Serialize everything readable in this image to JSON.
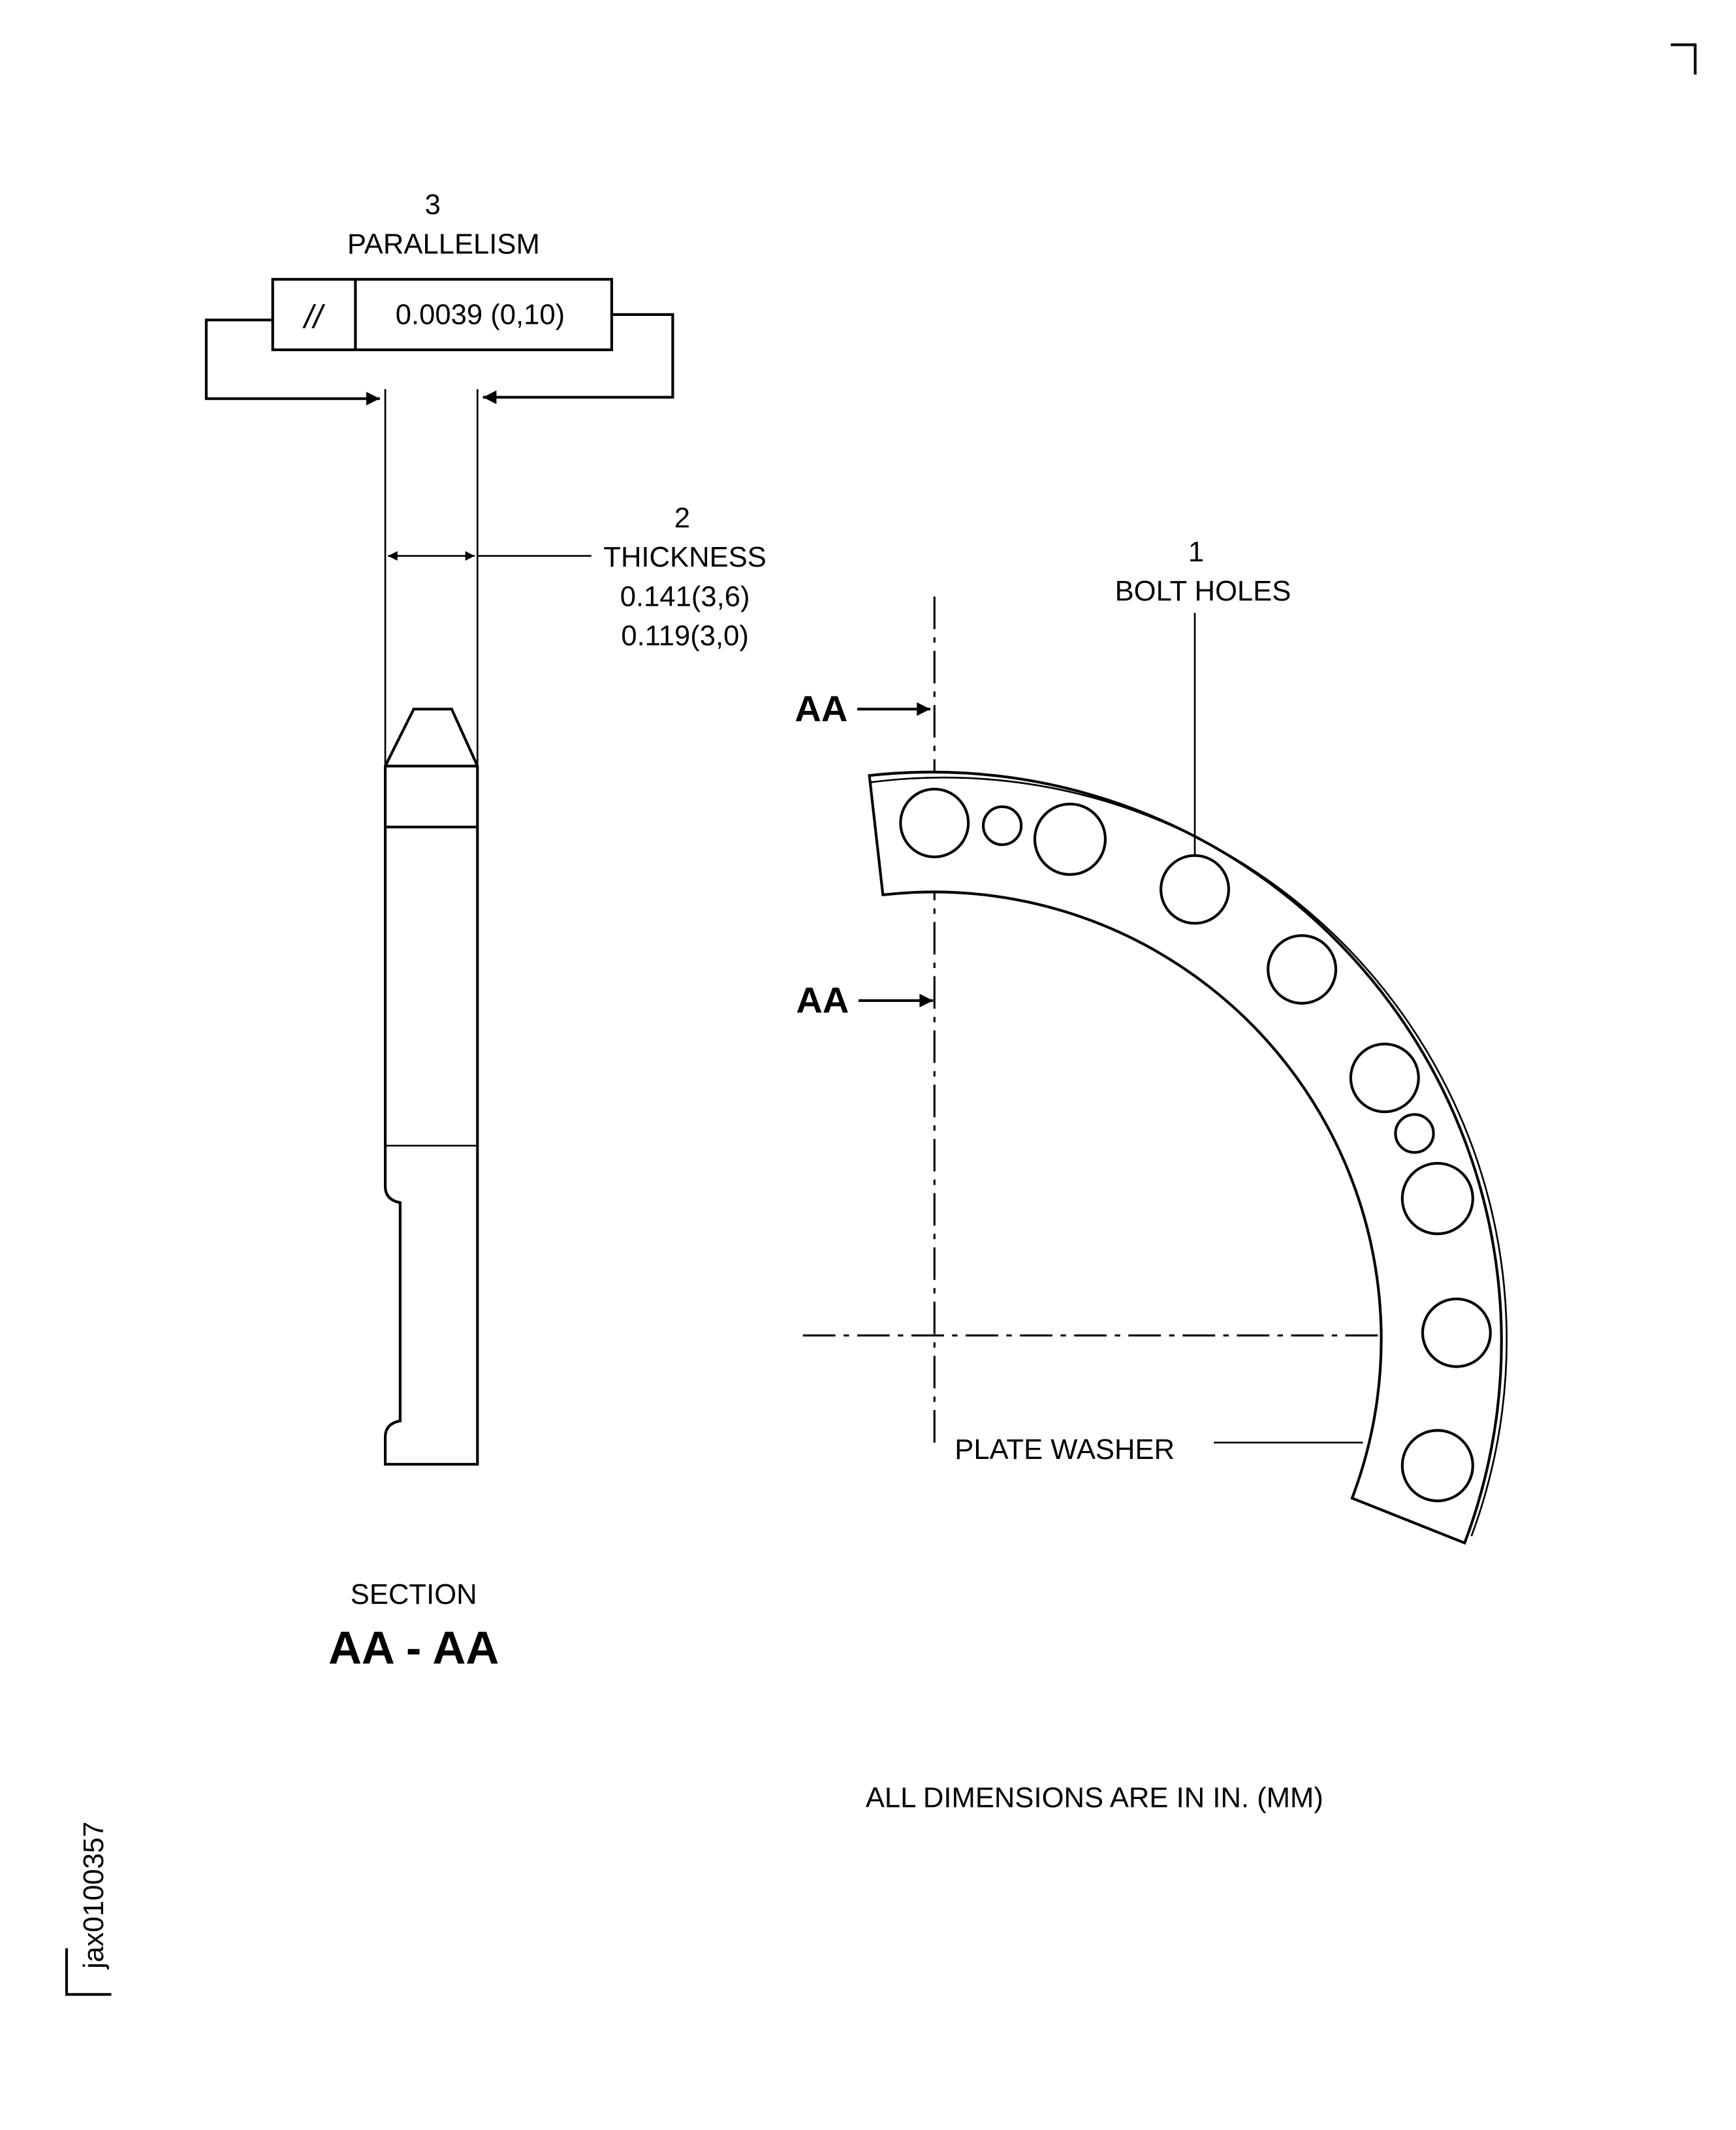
{
  "parallelism": {
    "number": "3",
    "label": "PARALLELISM",
    "symbol": "//",
    "tolerance": "0.0039 (0,10)"
  },
  "thickness": {
    "number": "2",
    "label": "THICKNESS",
    "max": "0.141(3,6)",
    "min": "0.119(3,0)"
  },
  "bolt_holes": {
    "number": "1",
    "label": "BOLT  HOLES"
  },
  "section_marks": {
    "upper": "AA",
    "lower": "AA"
  },
  "plate_washer_label": "PLATE  WASHER",
  "section": {
    "label": "SECTION",
    "name": "AA - AA"
  },
  "units_note": "ALL  DIMENSIONS  ARE  IN  IN. (MM)",
  "drawing_id": "jax0100357"
}
